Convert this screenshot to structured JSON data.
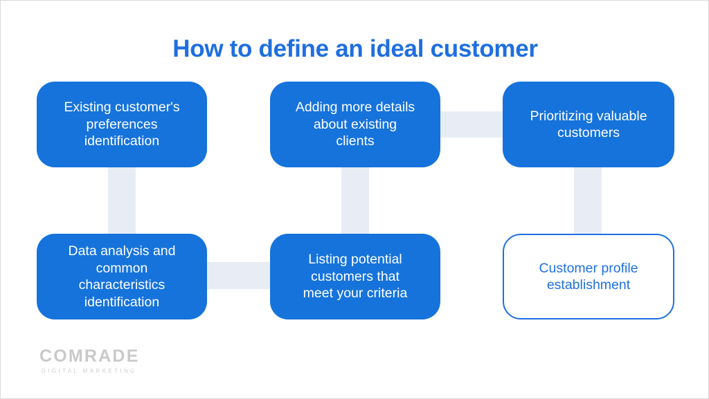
{
  "slide": {
    "title": "How to define an ideal customer",
    "title_color": "#1E6FE0",
    "background": "#FFFFFF"
  },
  "diagram": {
    "type": "flowchart-grid",
    "node_fill": "#1673DB",
    "node_text": "#FFFFFF",
    "outline_node_border": "#1E6FE0",
    "outline_node_text": "#1E6FE0",
    "connector_color": "#E8EDF5",
    "nodes": [
      {
        "id": "node-1",
        "label": "Existing customer's\npreferences\nidentification",
        "style": "filled",
        "row": 1,
        "col": 1
      },
      {
        "id": "node-2",
        "label": "Adding more details\nabout existing\nclients",
        "style": "filled",
        "row": 1,
        "col": 2
      },
      {
        "id": "node-3",
        "label": "Prioritizing valuable\ncustomers",
        "style": "filled",
        "row": 1,
        "col": 3
      },
      {
        "id": "node-4",
        "label": "Data analysis and\ncommon\ncharacteristics\nidentification",
        "style": "filled",
        "row": 2,
        "col": 1
      },
      {
        "id": "node-5",
        "label": "Listing potential\ncustomers that\nmeet your criteria",
        "style": "filled",
        "row": 2,
        "col": 2
      },
      {
        "id": "node-6",
        "label": "Customer profile\nestablishment",
        "style": "outlined",
        "row": 2,
        "col": 3
      }
    ],
    "connectors": [
      {
        "id": "connector-col1-vertical",
        "orientation": "vertical",
        "from": "node-1",
        "to": "node-4"
      },
      {
        "id": "connector-col2-vertical",
        "orientation": "vertical",
        "from": "node-2",
        "to": "node-5"
      },
      {
        "id": "connector-col3-vertical",
        "orientation": "vertical",
        "from": "node-3",
        "to": "node-6"
      },
      {
        "id": "connector-row1-horizontal",
        "orientation": "horizontal",
        "from": "node-2",
        "to": "node-3"
      },
      {
        "id": "connector-row2-horizontal",
        "orientation": "horizontal",
        "from": "node-4",
        "to": "node-5"
      }
    ]
  },
  "logo": {
    "word": "COMRADE",
    "tagline": "DIGITAL MARKETING",
    "color": "#C9C9C9"
  }
}
